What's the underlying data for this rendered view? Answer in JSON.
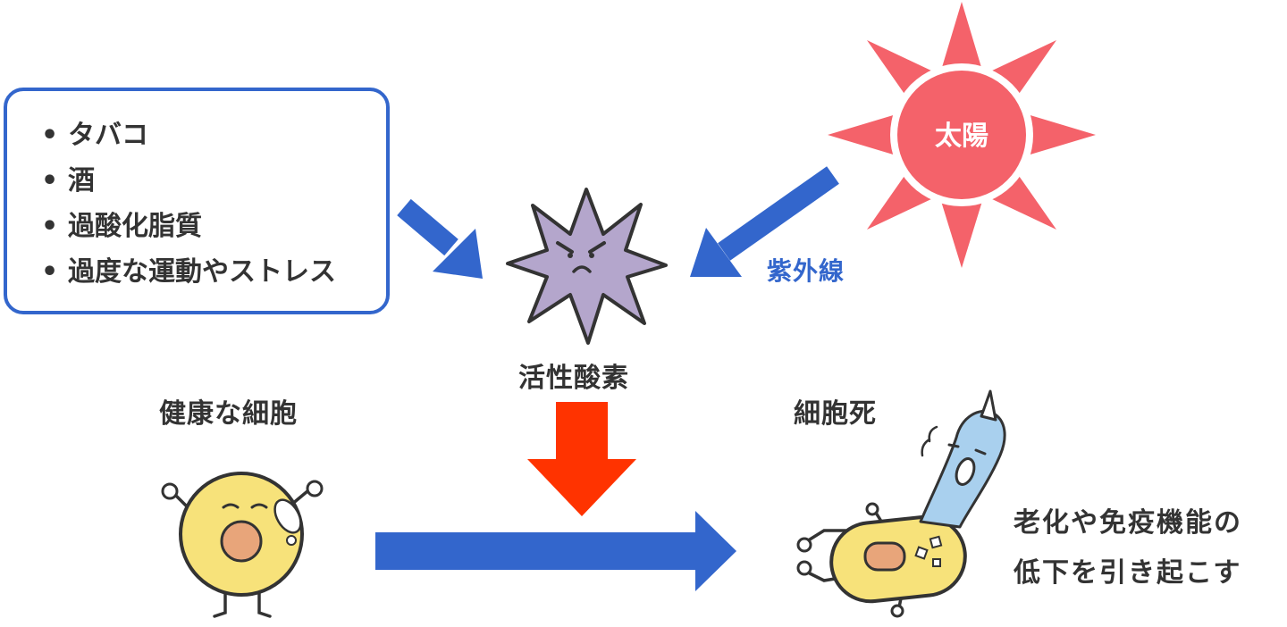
{
  "causes": {
    "items": [
      "タバコ",
      "酒",
      "過酸化脂質",
      "過度な運動やストレス"
    ],
    "bullet": "•"
  },
  "sun": {
    "label": "太陽"
  },
  "uv_label": "紫外線",
  "radical_label": "活性酸素",
  "healthy_cell_label": "健康な細胞",
  "cell_death_label": "細胞死",
  "result": {
    "line1": "老化や免疫機能の",
    "line2": "低下を引き起こす"
  },
  "colors": {
    "box_border": "#3366cc",
    "arrow_blue": "#3366cc",
    "arrow_red": "#ff3300",
    "sun_red": "#f4626a",
    "uv_text": "#3366cc",
    "radical_purple": "#b4a6cc",
    "cell_yellow": "#f7e27a",
    "nucleus_orange": "#e8a57a",
    "ghost_blue": "#a9d0ee"
  },
  "icons": [
    "free-radical-icon",
    "sun-icon",
    "healthy-cell-icon",
    "dead-cell-icon",
    "cell-ghost-icon"
  ]
}
